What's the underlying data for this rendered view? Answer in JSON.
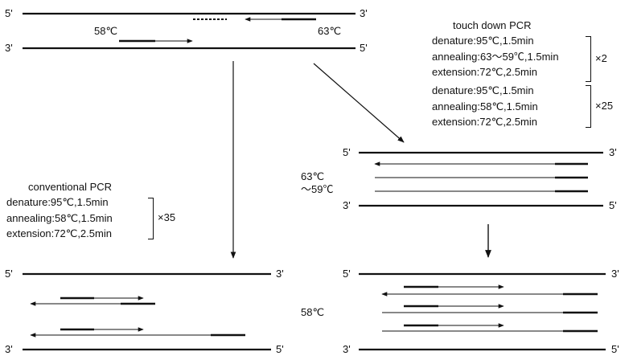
{
  "template": {
    "top_label": "5'",
    "top_right_label": "3'",
    "bottom_left_label": "3'",
    "bottom_right_label": "5'",
    "left_temp": "58℃",
    "right_temp": "63℃"
  },
  "touchdown": {
    "title": "touch down PCR",
    "phase1": [
      "denature:95℃,1.5min",
      "annealing:63～59℃,1.5min",
      "extension:72℃,2.5min"
    ],
    "phase1_cycles": "×2",
    "phase2": [
      "denature:95℃,1.5min",
      "annealing:58℃,1.5min",
      "extension:72℃,2.5min"
    ],
    "phase2_cycles": "×25"
  },
  "conventional": {
    "title": "conventional PCR",
    "steps": [
      "denature:95℃,1.5min",
      "annealing:58℃,1.5min",
      "extension:72℃,2.5min"
    ],
    "cycles": "×35"
  },
  "td_product": {
    "top_left": "5'",
    "top_right": "3'",
    "temp_line1": "63℃",
    "temp_line2": "～59℃",
    "bottom_left": "3'",
    "bottom_right": "5'"
  },
  "conv_result": {
    "top_left": "5'",
    "top_right": "3'",
    "bottom_left": "3'",
    "bottom_right": "5'"
  },
  "td_result": {
    "top_left": "5'",
    "top_right": "3'",
    "temp": "58℃",
    "bottom_left": "3'",
    "bottom_right": "5'"
  }
}
